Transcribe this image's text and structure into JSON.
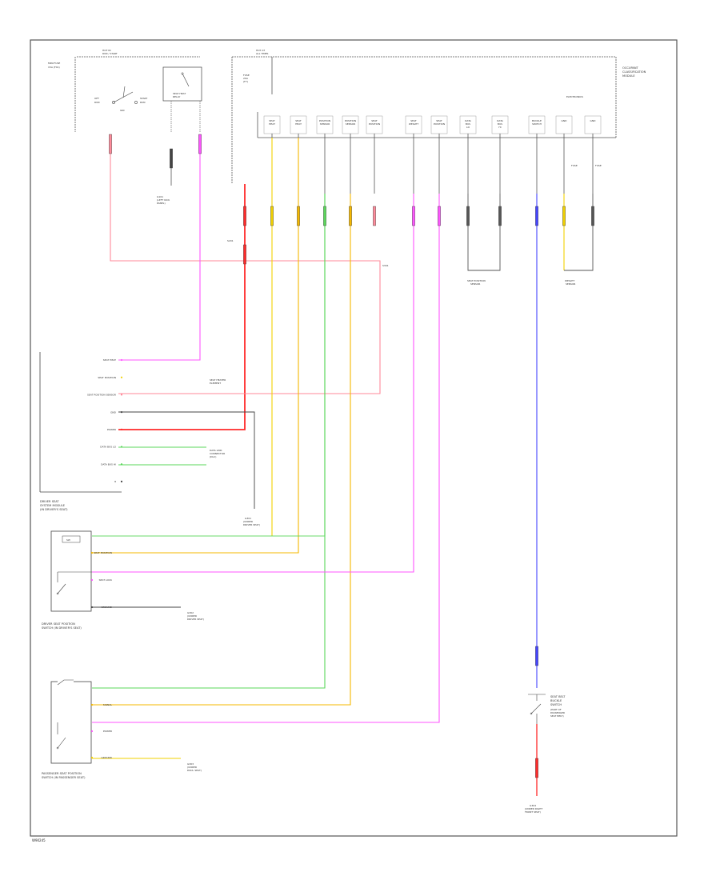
{
  "diagram_id": "W90245",
  "colors": {
    "red": "#ff2a2a",
    "pink": "#ff8a9a",
    "magenta": "#ff55ff",
    "yellow": "#f2d200",
    "orange": "#f5b800",
    "green": "#5bd75b",
    "blue": "#4444ff",
    "frame": "#555555"
  },
  "modules": {
    "seat_module": {
      "title_lines": [
        "DRIVER SEAT",
        "SYSTEM MODULE",
        "(IN DRIVER'S SEAT)"
      ],
      "pins": [
        "SEAT HEAT",
        "SEAT POSITION",
        "SEAT POSITION SENSOR",
        "GND",
        "POWER",
        "DATA BUS LO",
        "DATA BUS HI",
        "8"
      ]
    },
    "driver_switch": {
      "title_lines": [
        "DRIVER SEAT POSITION",
        "SWITCH (IN DRIVER'S SEAT)"
      ],
      "pins": [
        "SEAT POSITION",
        "SEAT LOCK",
        "GROUND"
      ]
    },
    "passenger_switch": {
      "title_lines": [
        "PASSENGER SEAT POSITION",
        "SWITCH (IN PASSENGER SEAT)"
      ],
      "pins": [
        "SIGNAL",
        "POWER",
        "GROUND"
      ]
    },
    "occupant_module": {
      "title_lines": [
        "OCCUPANT",
        "CLASSIFICATION",
        "MODULE"
      ],
      "connectors": [
        "SEAT HEAT",
        "SEAT HEAT",
        "POSITION SENSOR",
        "POSITION SENSOR",
        "SEAT POSITION",
        "SEAT WEIGHT",
        "SEAT POSITION",
        "DATA BUS LO",
        "DATA BUS HI",
        "BUCKLE SWITCH",
        "GND",
        "GND"
      ]
    },
    "buckle_switch": {
      "title_lines": [
        "SEAT BELT",
        "BUCKLE",
        "SWITCH"
      ]
    }
  }
}
